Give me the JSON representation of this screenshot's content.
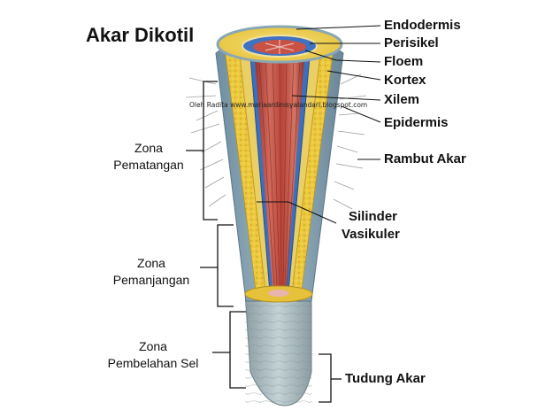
{
  "title": "Akar Dikotil",
  "watermark": "Oleh Radita www.mariaardinisyalandari.blogspot.com",
  "labels": {
    "endodermis": "Endodermis",
    "perisikel": "Perisikel",
    "floem": "Floem",
    "kortex": "Kortex",
    "xilem": "Xilem",
    "epidermis": "Epidermis",
    "rambut_akar": "Rambut Akar",
    "silinder_line1": "Silinder",
    "silinder_line2": "Vasikuler",
    "tudung_akar": "Tudung Akar"
  },
  "zones": {
    "pematangan_line1": "Zona",
    "pematangan_line2": "Pematangan",
    "pemanjangan_line1": "Zona",
    "pemanjangan_line2": "Pemanjangan",
    "pembelahan_line1": "Zona",
    "pembelahan_line2": "Pembelahan Sel"
  },
  "colors": {
    "cortex_yellow": "#ecc93c",
    "epidermis_blue": "#7d9eb2",
    "xylem_red": "#b8453a",
    "phloem_blue": "#2f66b6",
    "root_cap_gray": "#a3b3b8"
  }
}
